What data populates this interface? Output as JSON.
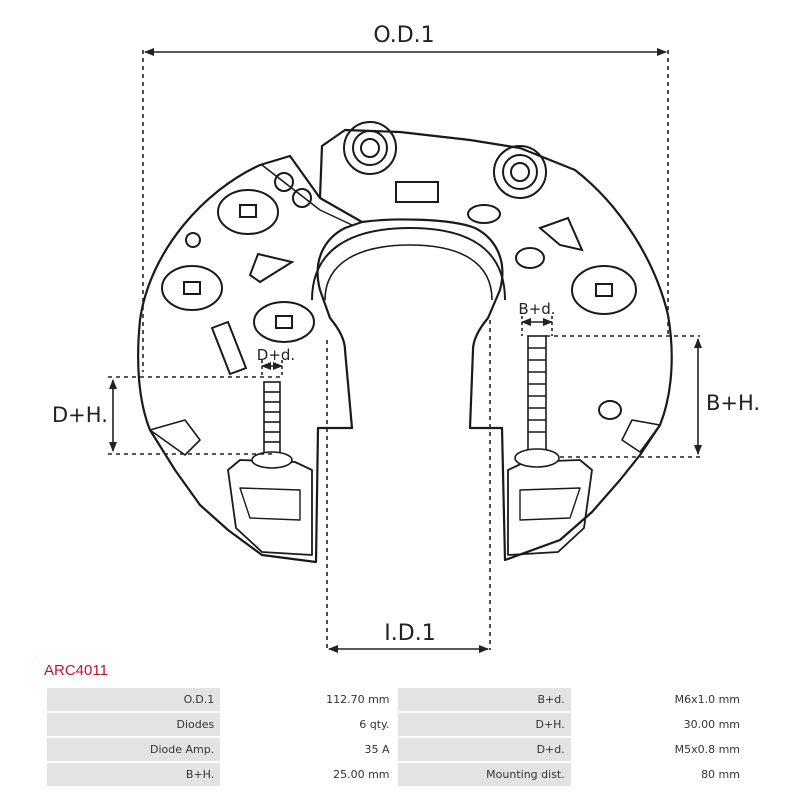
{
  "drawing": {
    "od_label": "O.D.1",
    "id_label": "I.D.1",
    "dh_label": "D+H.",
    "dd_label": "D+d.",
    "bh_label": "B+H.",
    "bd_label": "B+d."
  },
  "product": {
    "code": "ARC4011",
    "code_color": "#c8102e"
  },
  "specs": [
    {
      "label": "O.D.1",
      "value": "112.70 mm",
      "label2": "B+d.",
      "value2": "M6x1.0 mm"
    },
    {
      "label": "Diodes",
      "value": "6 qty.",
      "label2": "D+H.",
      "value2": "30.00 mm"
    },
    {
      "label": "Diode Amp.",
      "value": "35 A",
      "label2": "D+d.",
      "value2": "M5x0.8 mm"
    },
    {
      "label": "B+H.",
      "value": "25.00 mm",
      "label2": "Mounting dist.",
      "value2": "80 mm"
    }
  ]
}
